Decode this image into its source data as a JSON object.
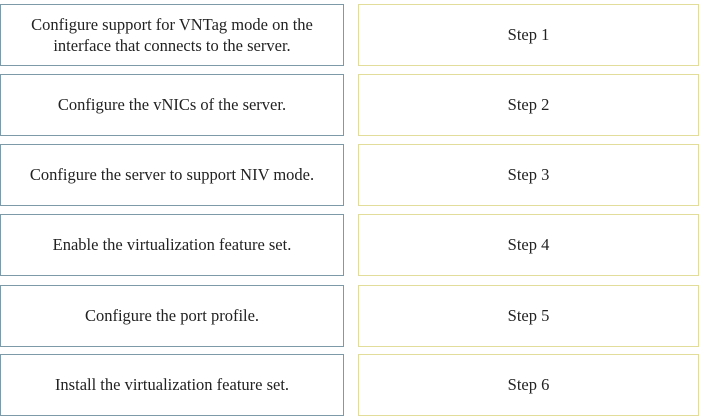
{
  "tasks": [
    {
      "label": "Configure support for VNTag mode on the interface that connects to the server."
    },
    {
      "label": "Configure the vNICs of the server."
    },
    {
      "label": "Configure the server to support NIV mode."
    },
    {
      "label": "Enable the virtualization feature set."
    },
    {
      "label": "Configure the port profile."
    },
    {
      "label": "Install the virtualization feature set."
    }
  ],
  "steps": [
    {
      "label": "Step 1"
    },
    {
      "label": "Step 2"
    },
    {
      "label": "Step 3"
    },
    {
      "label": "Step 4"
    },
    {
      "label": "Step 5"
    },
    {
      "label": "Step 6"
    }
  ]
}
